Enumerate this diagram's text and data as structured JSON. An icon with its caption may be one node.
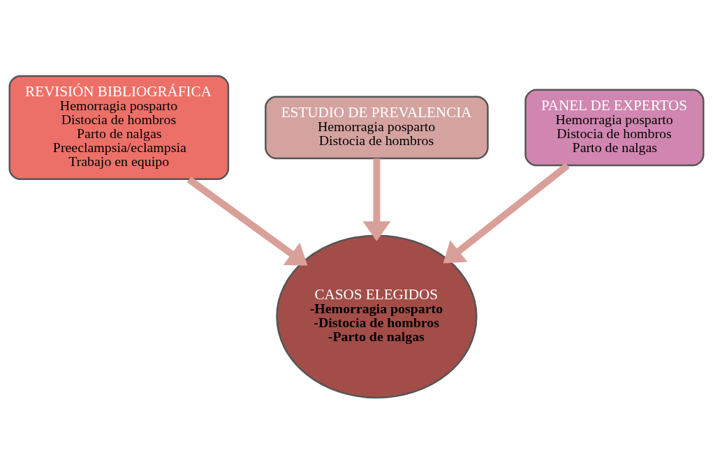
{
  "diagram": {
    "nodes": [
      {
        "text": [
          "REVISIÓN BIBLIOGRÁFICA",
          "Hemorragia posparto",
          "Distocia de hombros",
          "Parto de nalgas",
          "Preeclampsia/eclampsia",
          "Trabajo en equipo"
        ]
      },
      {
        "text": [
          "ESTUDIO DE PREVALENCIA",
          "Hemorragia posparto",
          "Distocia de hombros"
        ]
      },
      {
        "text": [
          "PANEL DE EXPERTOS",
          "Hemorragia posparto",
          "Distocia de hombros",
          "Parto de nalgas"
        ]
      },
      {
        "text": [
          "CASOS ELEGIDOS",
          "-Hemorragia posparto",
          "-Distocia de hombros",
          "-Parto de nalgas"
        ]
      }
    ],
    "edges": [
      {
        "from": 0,
        "to": 3,
        "arrow": "to"
      },
      {
        "from": 1,
        "to": 3,
        "arrow": "to"
      },
      {
        "from": 2,
        "to": 3,
        "arrow": "to"
      }
    ]
  }
}
